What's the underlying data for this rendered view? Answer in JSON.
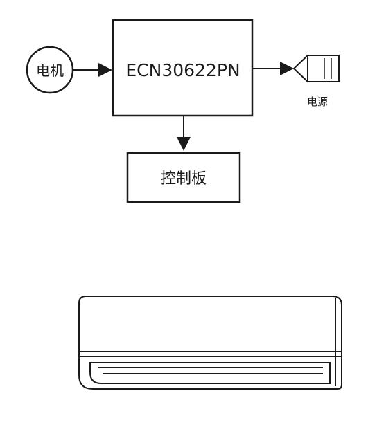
{
  "diagram": {
    "motor_label": "电机",
    "chip_label": "ECN30622PN",
    "power_label": "电源",
    "control_board_label": "控制板"
  },
  "colors": {
    "stroke": "#1a1a1a",
    "background": "#ffffff"
  },
  "icons": {
    "power_plug": "plug-icon",
    "air_conditioner": "air-conditioner-icon"
  }
}
